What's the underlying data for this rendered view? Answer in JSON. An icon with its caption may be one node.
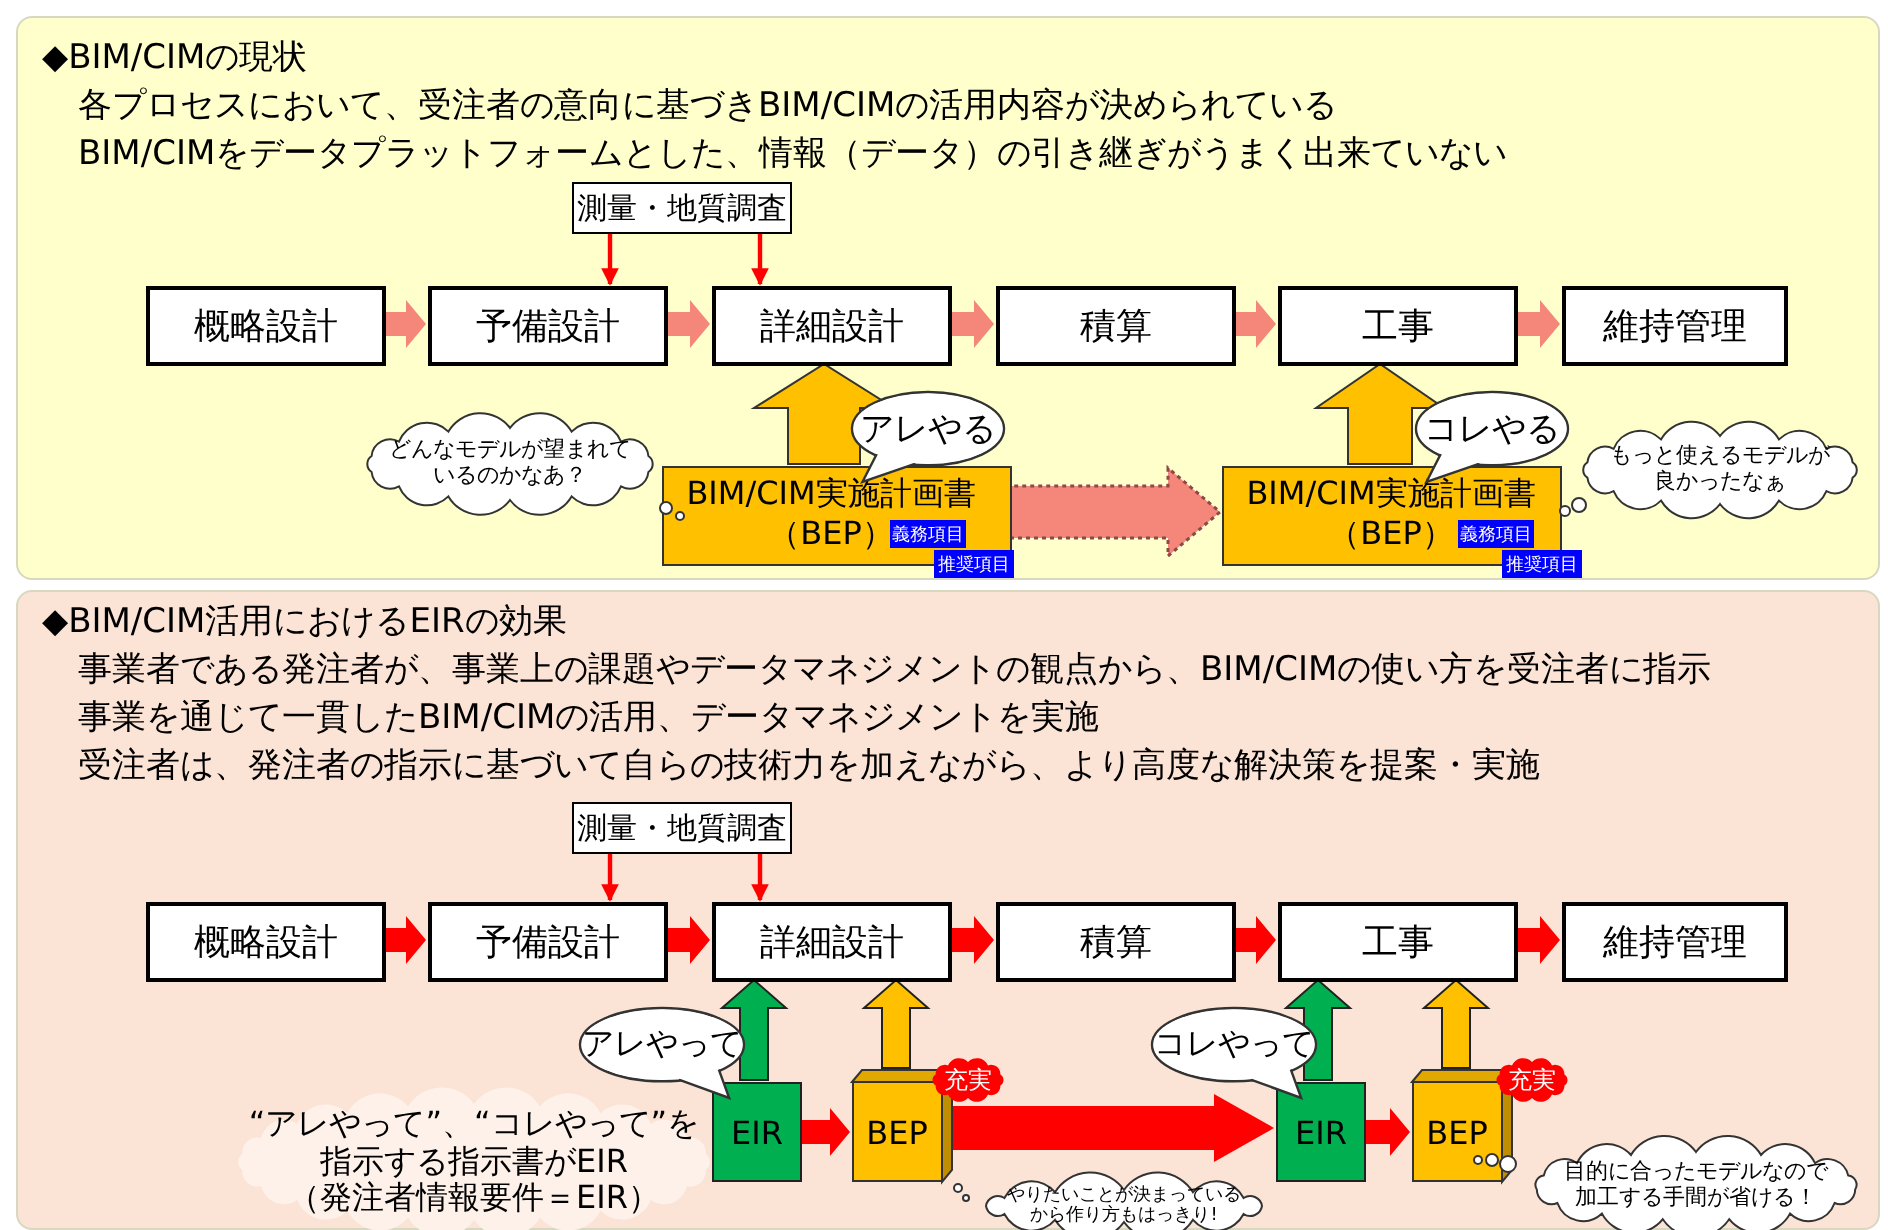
{
  "diagram": {
    "nodes": [
      {
        "text": [
          "◆BIM/CIMの現状",
          "各プロセスにおいて、受注者の意向に基づきBIM/CIMの活用内容が決められている",
          "BIM/CIMをデータプラットフォームとした、情報（データ）の引き継ぎがうまく出来ていない"
        ]
      },
      {
        "text": [
          "測量・地質調査"
        ],
        "in": 0
      },
      {
        "text": [
          "概略設計"
        ],
        "in": 0
      },
      {
        "text": [
          "予備設計"
        ],
        "in": 0
      },
      {
        "text": [
          "詳細設計"
        ],
        "in": 0
      },
      {
        "text": [
          "積算"
        ],
        "in": 0
      },
      {
        "text": [
          "工事"
        ],
        "in": 0
      },
      {
        "text": [
          "維持管理"
        ],
        "in": 0
      },
      {
        "text": [
          "BIM/CIM実施計画書（BEP）"
        ],
        "in": 0
      },
      {
        "text": [
          "義務項目"
        ],
        "in": 8
      },
      {
        "text": [
          "推奨項目"
        ],
        "in": 0
      },
      {
        "text": [
          "アレやる"
        ],
        "in": 0
      },
      {
        "text": [
          "どんなモデルが望まれているのかなあ？"
        ],
        "in": 0
      },
      {
        "text": [
          "BIM/CIM実施計画書（BEP）"
        ],
        "in": 0
      },
      {
        "text": [
          "義務項目"
        ],
        "in": 13
      },
      {
        "text": [
          "推奨項目"
        ],
        "in": 0
      },
      {
        "text": [
          "コレやる"
        ],
        "in": 0
      },
      {
        "text": [
          "もっと使えるモデルが良かったなぁ"
        ],
        "in": 0
      },
      {
        "text": [
          "◆BIM/CIM活用におけるEIRの効果",
          "事業者である発注者が、事業上の課題やデータマネジメントの観点から、BIM/CIMの使い方を受注者に指示",
          "事業を通じて一貫したBIM/CIMの活用、データマネジメントを実施",
          "受注者は、発注者の指示に基づいて自らの技術力を加えながら、より高度な解決策を提案・実施"
        ]
      },
      {
        "text": [
          "測量・地質調査"
        ],
        "in": 18
      },
      {
        "text": [
          "概略設計"
        ],
        "in": 18
      },
      {
        "text": [
          "予備設計"
        ],
        "in": 18
      },
      {
        "text": [
          "詳細設計"
        ],
        "in": 18
      },
      {
        "text": [
          "積算"
        ],
        "in": 18
      },
      {
        "text": [
          "工事"
        ],
        "in": 18
      },
      {
        "text": [
          "維持管理"
        ],
        "in": 18
      },
      {
        "text": [
          "EIR"
        ],
        "in": 18
      },
      {
        "text": [
          "BEP"
        ],
        "in": 18
      },
      {
        "text": [
          "充実"
        ],
        "in": 18
      },
      {
        "text": [
          "アレやって"
        ],
        "in": 18
      },
      {
        "text": [
          "“アレやって”、“コレやって”を指示する指示書がEIR",
          "（発注者情報要件＝EIR）"
        ],
        "in": 18
      },
      {
        "text": [
          "やりたいことが決まっているから作り方もはっきり!"
        ],
        "in": 18
      },
      {
        "text": [
          "EIR"
        ],
        "in": 18
      },
      {
        "text": [
          "BEP"
        ],
        "in": 18
      },
      {
        "text": [
          "充実"
        ],
        "in": 18
      },
      {
        "text": [
          "コレやって"
        ],
        "in": 18
      },
      {
        "text": [
          "目的に合ったモデルなので加工する手間が省ける！"
        ],
        "in": 18
      }
    ],
    "edges": [
      {
        "from": 2,
        "to": 3,
        "arrow": "to",
        "style": "thick",
        "color": "#f4877a"
      },
      {
        "from": 3,
        "to": 4,
        "arrow": "to",
        "style": "thick",
        "color": "#f4877a"
      },
      {
        "from": 4,
        "to": 5,
        "arrow": "to",
        "style": "thick",
        "color": "#f4877a"
      },
      {
        "from": 5,
        "to": 6,
        "arrow": "to",
        "style": "thick",
        "color": "#f4877a"
      },
      {
        "from": 6,
        "to": 7,
        "arrow": "to",
        "style": "thick",
        "color": "#f4877a"
      },
      {
        "from": 1,
        "to": 3,
        "arrow": "to"
      },
      {
        "from": 1,
        "to": 4,
        "arrow": "to"
      },
      {
        "from": 8,
        "to": 4,
        "arrow": "to",
        "style": "thick",
        "color": "#ffc000"
      },
      {
        "from": 13,
        "to": 6,
        "arrow": "to",
        "style": "thick",
        "color": "#ffc000"
      },
      {
        "from": 8,
        "to": 13,
        "arrow": "to",
        "style": "dashed",
        "color": "#f4877a"
      },
      {
        "from": 20,
        "to": 21,
        "arrow": "to",
        "style": "thick"
      },
      {
        "from": 21,
        "to": 22,
        "arrow": "to",
        "style": "thick"
      },
      {
        "from": 22,
        "to": 23,
        "arrow": "to",
        "style": "thick"
      },
      {
        "from": 23,
        "to": 24,
        "arrow": "to",
        "style": "thick"
      },
      {
        "from": 24,
        "to": 25,
        "arrow": "to",
        "style": "thick"
      },
      {
        "from": 19,
        "to": 21,
        "arrow": "to"
      },
      {
        "from": 19,
        "to": 22,
        "arrow": "to"
      },
      {
        "from": 26,
        "to": 22,
        "arrow": "to",
        "style": "thick",
        "color": "#00b050"
      },
      {
        "from": 27,
        "to": 22,
        "arrow": "to",
        "style": "thick",
        "color": "#ffc000"
      },
      {
        "from": 26,
        "to": 27,
        "arrow": "to",
        "style": "thick"
      },
      {
        "from": 27,
        "to": 32,
        "arrow": "to",
        "style": "thick"
      },
      {
        "from": 32,
        "to": 33,
        "arrow": "to",
        "style": "thick"
      },
      {
        "from": 32,
        "to": 24,
        "arrow": "to",
        "style": "thick",
        "color": "#00b050"
      },
      {
        "from": 33,
        "to": 24,
        "arrow": "to",
        "style": "thick",
        "color": "#ffc000"
      }
    ]
  }
}
